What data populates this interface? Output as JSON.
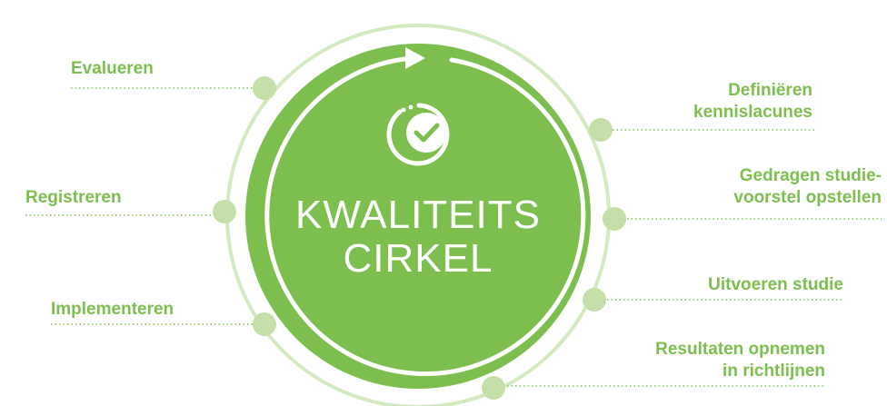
{
  "center": {
    "line1": "KWALITEITS",
    "line2": "CIRKEL",
    "icon": "check-circle-icon"
  },
  "steps": [
    {
      "label": "Definiëren\nkennislacunes"
    },
    {
      "label": "Gedragen studie-\nvoorstel opstellen"
    },
    {
      "label": "Uitvoeren studie"
    },
    {
      "label": "Resultaten opnemen\nin richtlijnen"
    },
    {
      "label": "Implementeren"
    },
    {
      "label": "Registreren"
    },
    {
      "label": "Evalueren"
    }
  ],
  "colors": {
    "primary_green": "#7dbf4e",
    "ring_green": "#c9e3b0",
    "node_green": "#c4e0a8",
    "white": "#ffffff"
  }
}
